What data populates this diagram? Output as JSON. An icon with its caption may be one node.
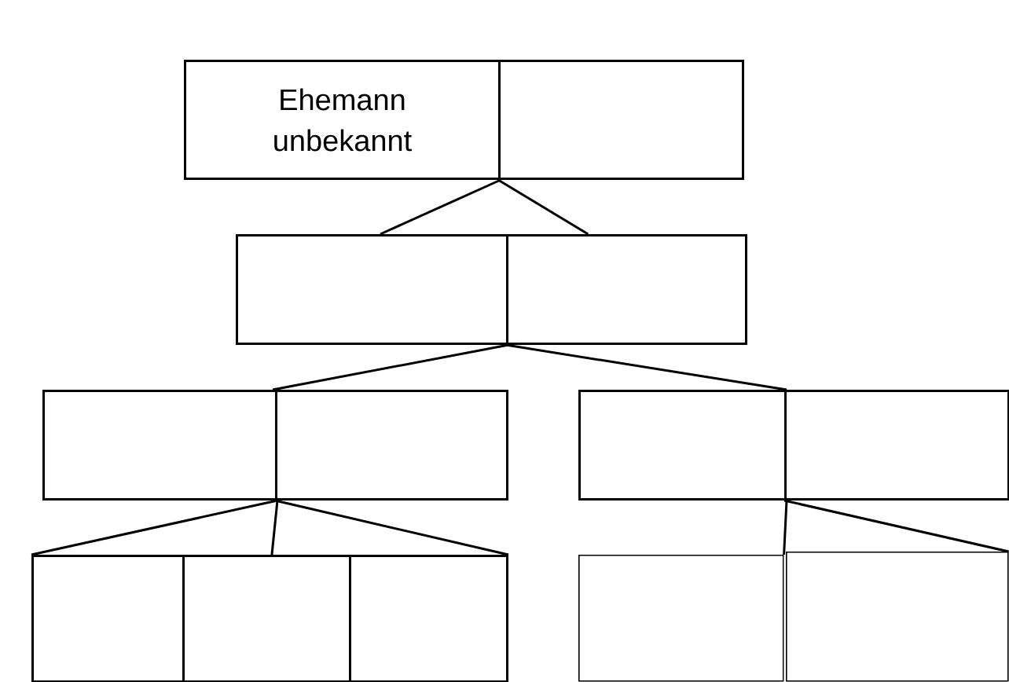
{
  "diagram": {
    "nodes": [
      {
        "text": [
          "Ehemann unbekannt"
        ]
      },
      {
        "text": [],
        "shape": "box"
      },
      {
        "text": [],
        "shape": "box"
      },
      {
        "text": [],
        "shape": "box"
      },
      {
        "text": [],
        "shape": "box"
      },
      {
        "text": [],
        "shape": "box"
      },
      {
        "text": [],
        "shape": "box"
      },
      {
        "text": [],
        "shape": "box"
      },
      {
        "text": [],
        "shape": "box"
      },
      {
        "text": [],
        "shape": "box"
      },
      {
        "text": [],
        "shape": "box"
      },
      {
        "text": [],
        "shape": "box"
      },
      {
        "text": [],
        "shape": "box"
      }
    ],
    "edges": [
      {
        "from": 0,
        "to": 2,
        "arrow": "none"
      },
      {
        "from": 1,
        "to": 3,
        "arrow": "none"
      },
      {
        "from": 2,
        "to": 4,
        "arrow": "none"
      },
      {
        "from": 3,
        "to": 6,
        "arrow": "none"
      },
      {
        "from": 4,
        "to": 8,
        "arrow": "none"
      },
      {
        "from": 4,
        "to": 9,
        "arrow": "none"
      },
      {
        "from": 5,
        "to": 10,
        "arrow": "none"
      },
      {
        "from": 6,
        "to": 11,
        "arrow": "none"
      },
      {
        "from": 7,
        "to": 12,
        "arrow": "none"
      }
    ]
  }
}
